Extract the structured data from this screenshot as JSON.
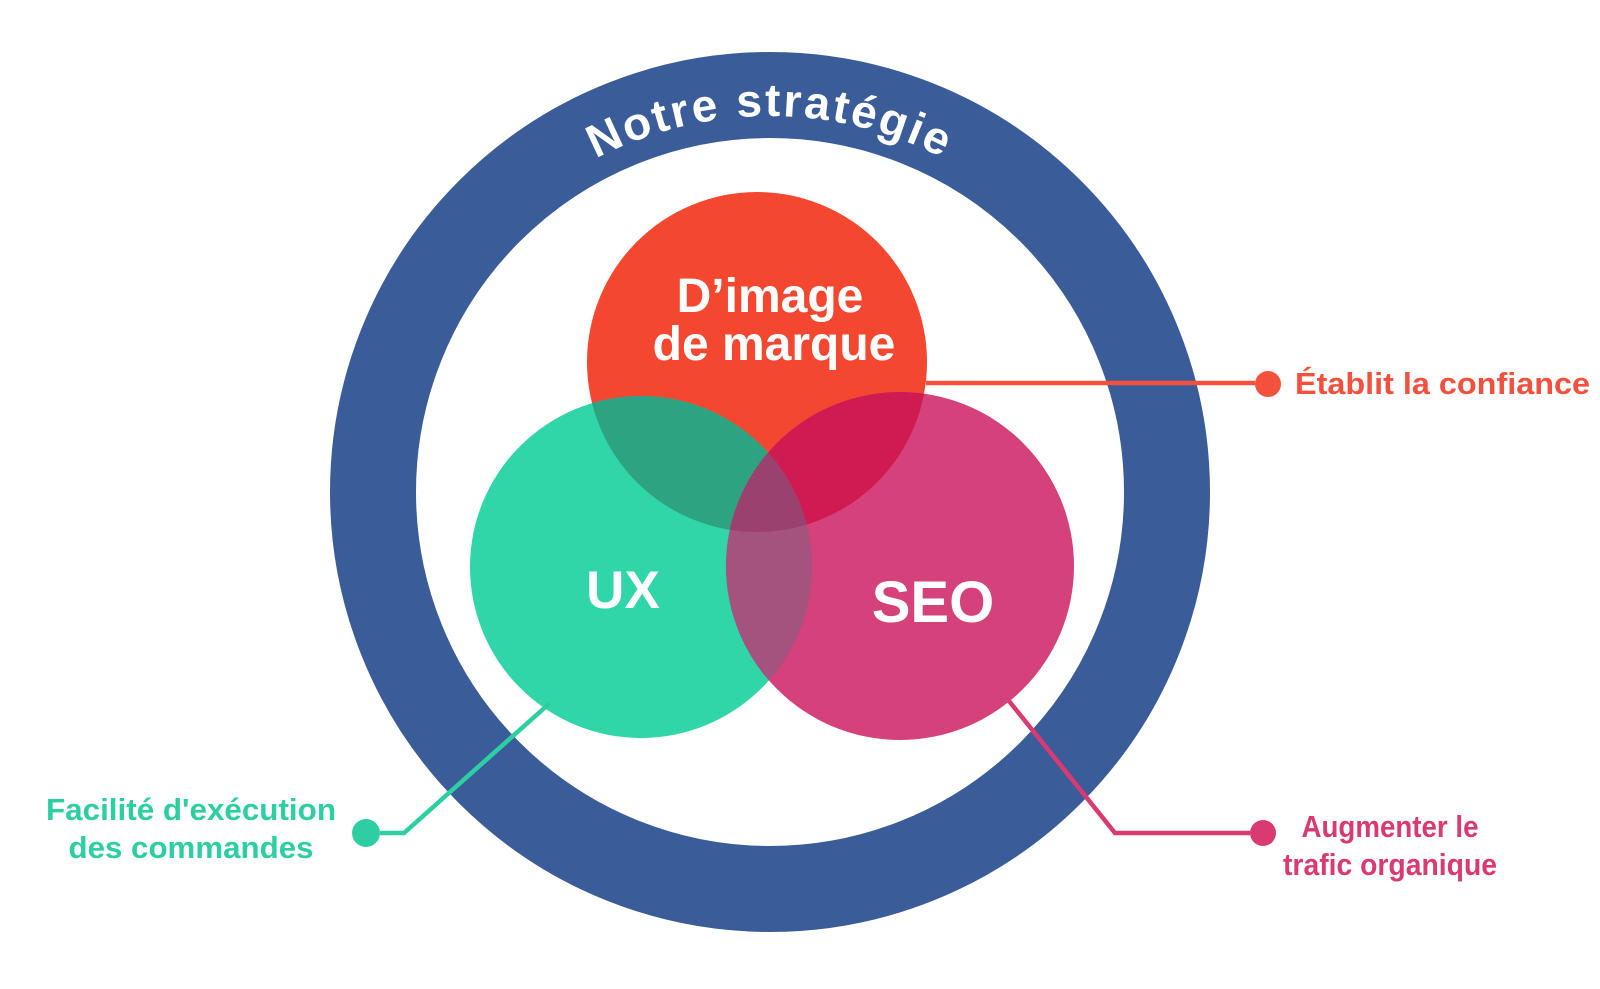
{
  "diagram": {
    "title": "Notre stratégie",
    "ring_color": "#3A5C99",
    "background_color": "#FFFFFF",
    "circles": {
      "brand": {
        "label_line1": "D’image",
        "label_line2": "de marque",
        "color": "#F4472F",
        "text_color": "#FFFFFF"
      },
      "ux": {
        "label": "UX",
        "color": "#30D5A8",
        "text_color": "#FFFFFF"
      },
      "seo": {
        "label": "SEO",
        "color": "#D5417A",
        "text_color": "#FFFFFF"
      }
    },
    "overlaps": {
      "brand_ux_color": "#2EA381",
      "brand_seo_color": "#CF1B51",
      "ux_seo_color": "#A4527E",
      "center_color": "#9B4170"
    },
    "callouts": {
      "confiance": {
        "text": "Établit la confiance",
        "color": "#F4503E"
      },
      "commandes": {
        "line1": "Facilité d'exécution",
        "line2": "des commandes",
        "color": "#2DCFA2"
      },
      "trafic": {
        "line1": "Augmenter le",
        "line2": "trafic organique",
        "color": "#D93A72"
      }
    }
  }
}
